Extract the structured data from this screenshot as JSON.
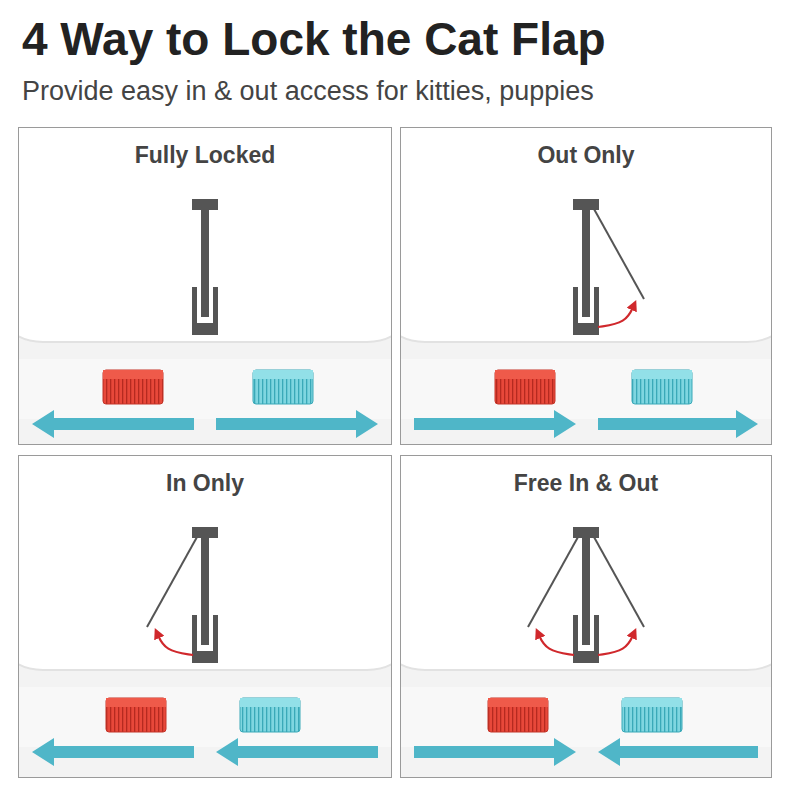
{
  "diagram": {
    "title": "4 Way to Lock the Cat Flap",
    "nodes": [
      {
        "text": [
          "Fully Locked"
        ]
      },
      {
        "text": [
          "Out Only"
        ]
      },
      {
        "text": [
          "In Only"
        ]
      },
      {
        "text": [
          "Free In & Out"
        ]
      }
    ],
    "labels": [
      "Provide easy in & out access for kitties, puppies"
    ]
  }
}
